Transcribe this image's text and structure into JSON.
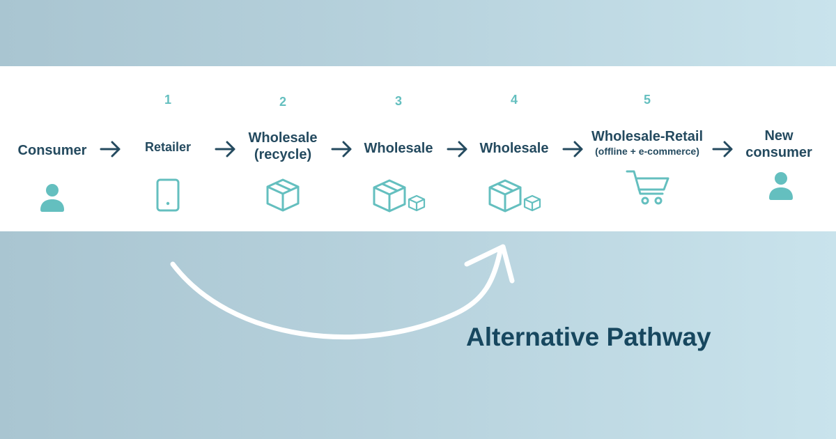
{
  "flow": {
    "steps": [
      {
        "number": "",
        "label": "Consumer",
        "sublabel": "",
        "icon": "person-icon"
      },
      {
        "number": "1",
        "label": "Retailer",
        "sublabel": "",
        "icon": "phone-icon"
      },
      {
        "number": "2",
        "label": "Wholesale",
        "label2": "(recycle)",
        "sublabel": "",
        "icon": "box-icon"
      },
      {
        "number": "3",
        "label": "Wholesale",
        "sublabel": "",
        "icon": "boxes-icon"
      },
      {
        "number": "4",
        "label": "Wholesale",
        "sublabel": "",
        "icon": "boxes-icon"
      },
      {
        "number": "5",
        "label": "Wholesale-Retail",
        "sublabel": "(offline + e-commerce)",
        "icon": "cart-icon"
      },
      {
        "number": "",
        "label": "New",
        "label2": "consumer",
        "sublabel": "",
        "icon": "person-icon"
      }
    ]
  },
  "pathway": {
    "title": "Alternative Pathway"
  },
  "colors": {
    "text": "#244a5f",
    "accent": "#64bfbf",
    "background_left": "#a9c5d1",
    "background_right": "#c9e3ec"
  }
}
